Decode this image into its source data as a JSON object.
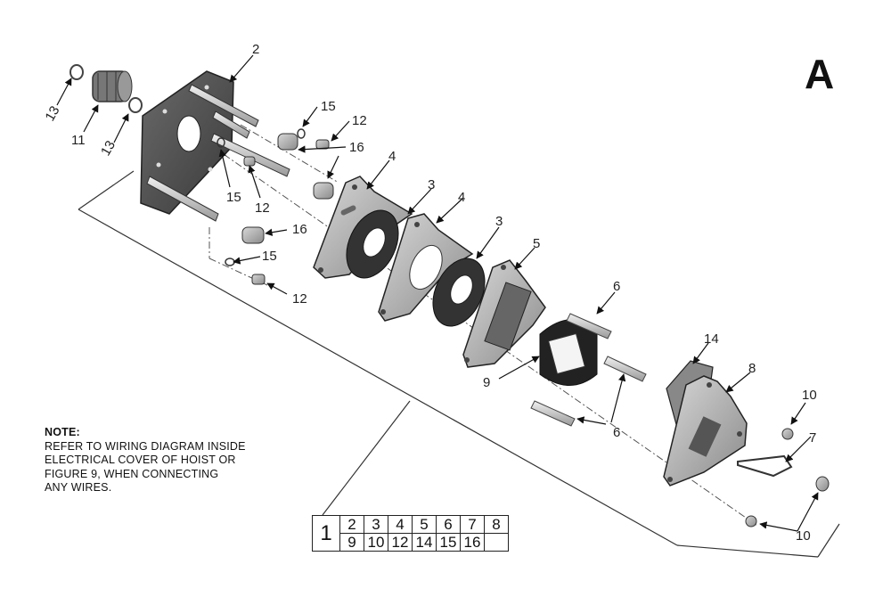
{
  "figure_letter": "A",
  "note": {
    "title": "NOTE:",
    "lines": [
      "REFER TO WIRING DIAGRAM INSIDE",
      "ELECTRICAL COVER OF HOIST OR",
      "FIGURE 9, WHEN CONNECTING",
      "ANY WIRES."
    ]
  },
  "kit_table": {
    "kit_number": "1",
    "row1": [
      "2",
      "3",
      "4",
      "5",
      "6",
      "7",
      "8"
    ],
    "row2": [
      "9",
      "10",
      "12",
      "14",
      "15",
      "16",
      ""
    ]
  },
  "callouts": {
    "c2": "2",
    "c13a": "13",
    "c11": "11",
    "c13b": "13",
    "c15a": "15",
    "c12a": "12",
    "c16a": "16",
    "c15b": "15",
    "c12b": "12",
    "c4a": "4",
    "c3a": "3",
    "c4b": "4",
    "c3b": "3",
    "c5": "5",
    "c16b": "16",
    "c15c": "15",
    "c12c": "12",
    "c6a": "6",
    "c9": "9",
    "c6b": "6",
    "c14": "14",
    "c8": "8",
    "c10a": "10",
    "c7": "7",
    "c10b": "10"
  }
}
